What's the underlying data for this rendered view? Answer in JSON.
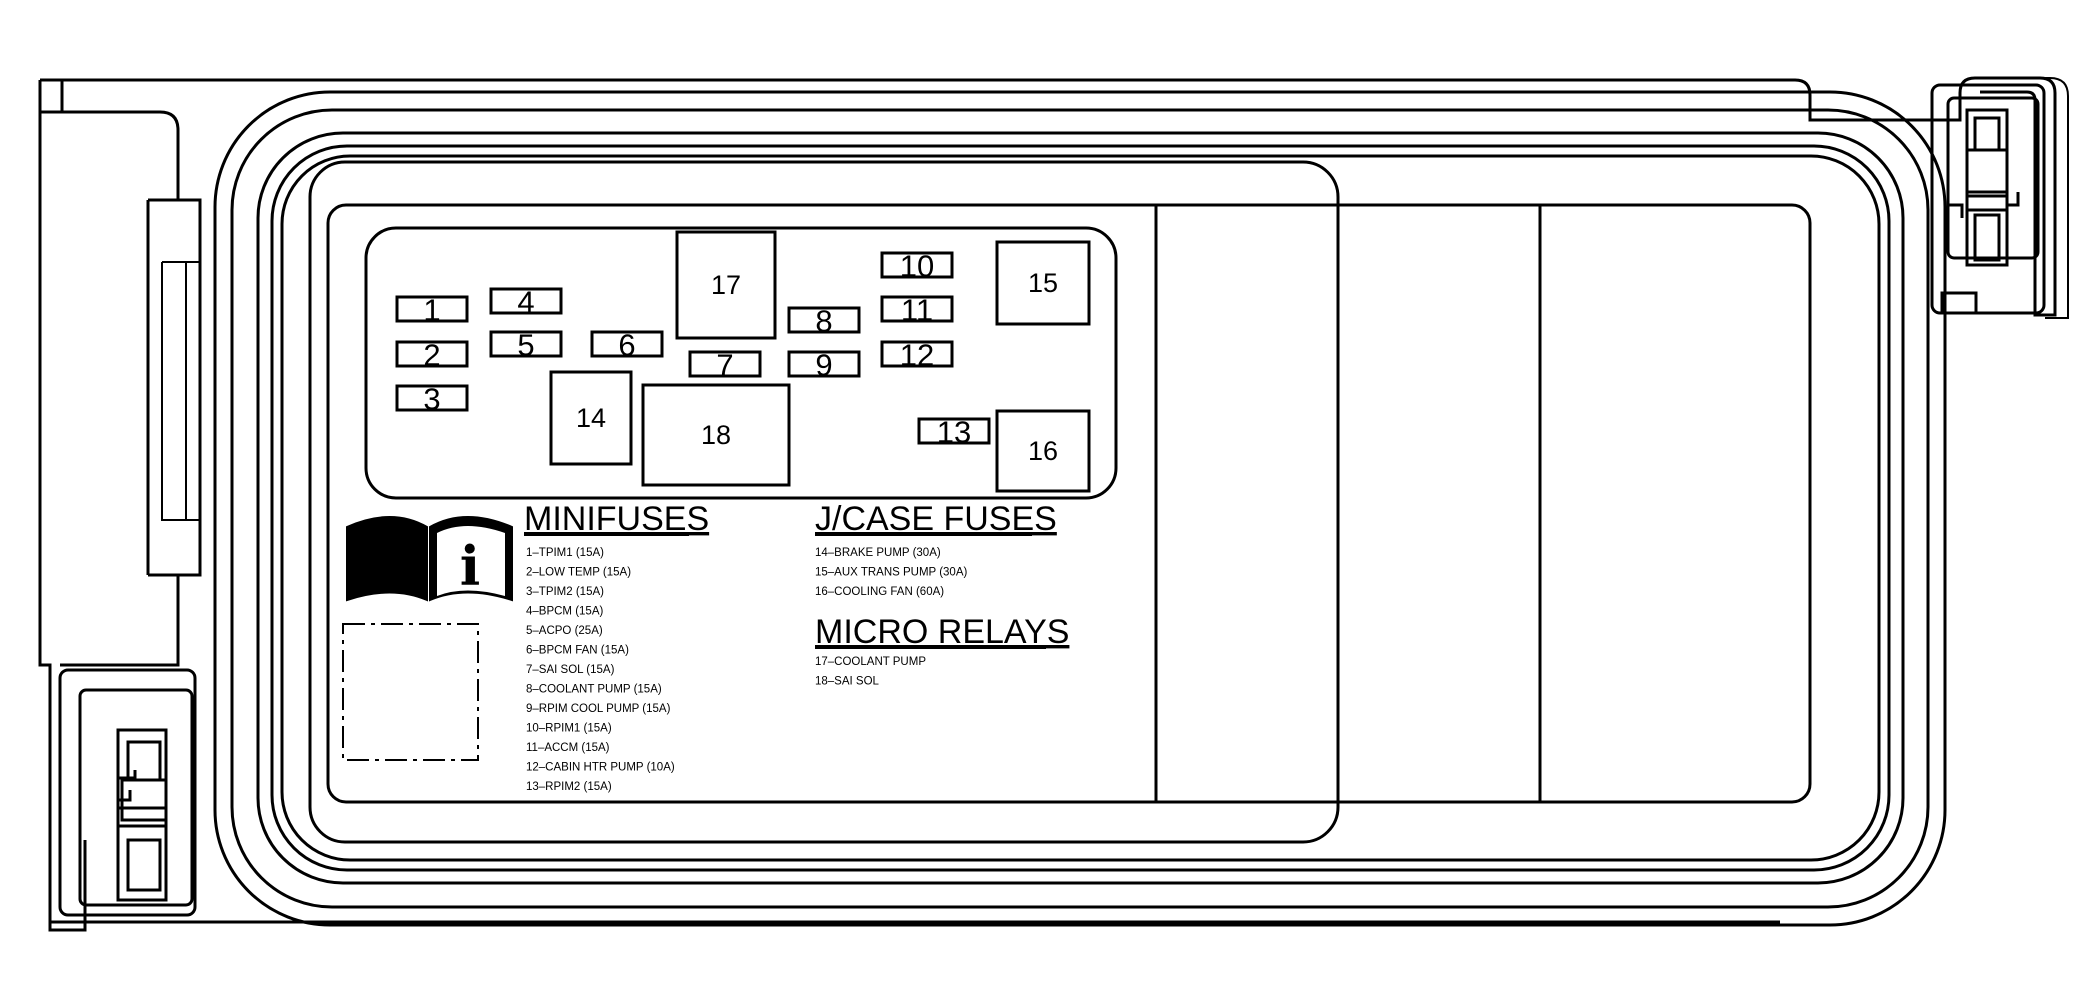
{
  "fuses": [
    {
      "id": "1",
      "label": "1"
    },
    {
      "id": "2",
      "label": "2"
    },
    {
      "id": "3",
      "label": "3"
    },
    {
      "id": "4",
      "label": "4"
    },
    {
      "id": "5",
      "label": "5"
    },
    {
      "id": "6",
      "label": "6"
    },
    {
      "id": "7",
      "label": "7"
    },
    {
      "id": "8",
      "label": "8"
    },
    {
      "id": "9",
      "label": "9"
    },
    {
      "id": "10",
      "label": "10"
    },
    {
      "id": "11",
      "label": "11"
    },
    {
      "id": "12",
      "label": "12"
    },
    {
      "id": "13",
      "label": "13"
    },
    {
      "id": "14",
      "label": "14"
    },
    {
      "id": "15",
      "label": "15"
    },
    {
      "id": "16",
      "label": "16"
    },
    {
      "id": "17",
      "label": "17"
    },
    {
      "id": "18",
      "label": "18"
    }
  ],
  "minifuses": {
    "heading": "MINIFUSES",
    "items": [
      "1–TPIM1  (15A)",
      "2–LOW TEMP  (15A)",
      "3–TPIM2  (15A)",
      "4–BPCM  (15A)",
      "5–ACPO  (25A)",
      "6–BPCM FAN  (15A)",
      "7–SAI SOL  (15A)",
      "8–COOLANT PUMP  (15A)",
      "9–RPIM COOL PUMP  (15A)",
      "10–RPIM1  (15A)",
      "11–ACCM  (15A)",
      "12–CABIN HTR PUMP  (10A)",
      "13–RPIM2  (15A)"
    ]
  },
  "jcase_fuses": {
    "heading": "J/CASE FUSES",
    "items": [
      "14–BRAKE PUMP  (30A)",
      "15–AUX TRANS PUMP  (30A)",
      "16–COOLING FAN  (60A)"
    ]
  },
  "micro_relays": {
    "heading": "MICRO RELAYS",
    "items": [
      "17–COOLANT PUMP",
      "18–SAI SOL"
    ]
  },
  "info_icon_glyph": "i"
}
